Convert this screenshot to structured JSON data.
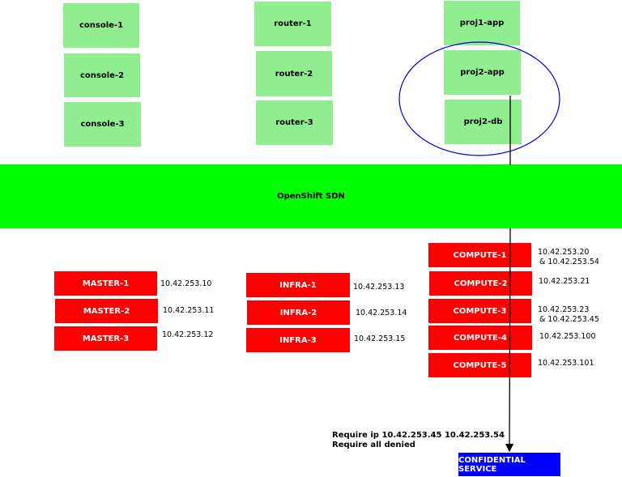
{
  "pods": {
    "console_1": "console-1",
    "console_2": "console-2",
    "console_3": "console-3",
    "router_1": "router-1",
    "router_2": "router-2",
    "router_3": "router-3",
    "proj1_app": "proj1-app",
    "proj2_app": "proj2-app",
    "proj2_db": "proj2-db"
  },
  "sdn": {
    "label": "OpenShift SDN"
  },
  "masters": [
    {
      "label": "MASTER-1",
      "ip": "10.42.253.10"
    },
    {
      "label": "MASTER-2",
      "ip": "10.42.253.11"
    },
    {
      "label": "MASTER-3",
      "ip": "10.42.253.12"
    }
  ],
  "infra": [
    {
      "label": "INFRA-1",
      "ip": "10.42.253.13"
    },
    {
      "label": "INFRA-2",
      "ip": "10.42.253.14"
    },
    {
      "label": "INFRA-3",
      "ip": "10.42.253.15"
    }
  ],
  "compute": [
    {
      "label": "COMPUTE-1",
      "ip": "10.42.253.20",
      "ip2": "& 10.42.253.54"
    },
    {
      "label": "COMPUTE-2",
      "ip": "10.42.253.21"
    },
    {
      "label": "COMPUTE-3",
      "ip": "10.42.253.23",
      "ip2": "& 10.42.253.45"
    },
    {
      "label": "COMPUTE-4",
      "ip": "10.42.253.100"
    },
    {
      "label": "COMPUTE-5",
      "ip": "10.42.253.101"
    }
  ],
  "rule": {
    "line1": "Require ip 10.42.253.45 10.42.253.54",
    "line2": "Require all denied"
  },
  "service": {
    "label": "CONFIDENTIAL SERVICE"
  },
  "colors": {
    "pod": "#90ee90",
    "sdn": "#00ff00",
    "node": "#ff0000",
    "service": "#0000ff",
    "ellipse": "#0000cc"
  }
}
